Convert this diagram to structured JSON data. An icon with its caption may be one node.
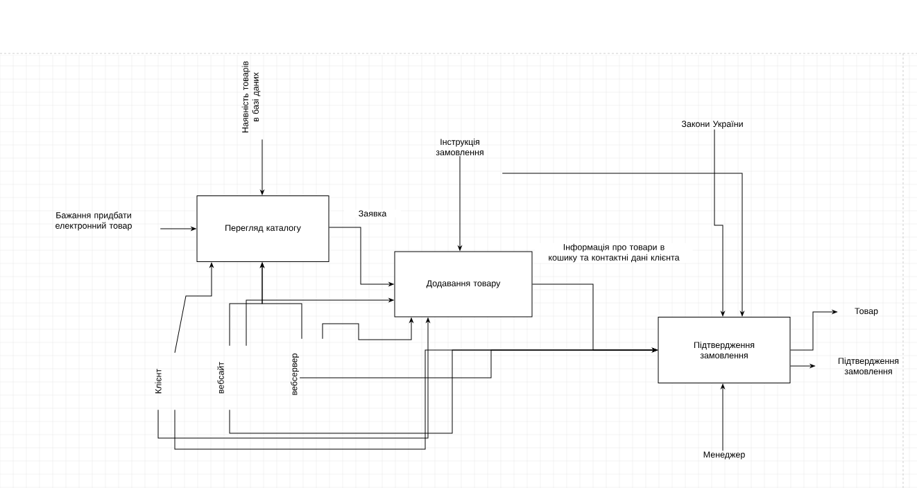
{
  "diagram": {
    "nodes": [
      {
        "text": [
          "Бажання придбати електронний товар"
        ]
      },
      {
        "text": [
          "Наявність товарів в базі даних"
        ]
      },
      {
        "text": [
          "Перегляд каталогу"
        ]
      },
      {
        "text": [
          "Інструкція замовлення"
        ]
      },
      {
        "text": [
          "Закони України"
        ]
      },
      {
        "text": [
          "Додавання товару"
        ]
      },
      {
        "text": [
          "Підтвердження замовлення"
        ]
      },
      {
        "text": [
          "Клієнт"
        ]
      },
      {
        "text": [
          "вебсайт"
        ]
      },
      {
        "text": [
          "вебсервер"
        ]
      },
      {
        "text": [
          "Менеджер"
        ]
      },
      {
        "text": [
          "Товар"
        ]
      },
      {
        "text": [
          "Підтвердження замовлення"
        ]
      }
    ],
    "edges": [
      {
        "from": 0,
        "to": 2,
        "arrow": "to"
      },
      {
        "from": 1,
        "to": 2,
        "arrow": "to"
      },
      {
        "from": 2,
        "to": 5,
        "arrow": "to",
        "label": "Заявка"
      },
      {
        "from": 3,
        "to": 5,
        "arrow": "to"
      },
      {
        "from": 3,
        "to": 6,
        "arrow": "to"
      },
      {
        "from": 4,
        "to": 6,
        "arrow": "to"
      },
      {
        "from": 5,
        "to": 6,
        "arrow": "to",
        "label": "Інформація про товари в кошику та контактні дані клієнта"
      },
      {
        "from": 7,
        "to": 2,
        "arrow": "to"
      },
      {
        "from": 8,
        "to": 2,
        "arrow": "to"
      },
      {
        "from": 9,
        "to": 2,
        "arrow": "to"
      },
      {
        "from": 8,
        "to": 5,
        "arrow": "to"
      },
      {
        "from": 9,
        "to": 5,
        "arrow": "to"
      },
      {
        "from": 7,
        "to": 5,
        "arrow": "to"
      },
      {
        "from": 7,
        "to": 6,
        "arrow": "to"
      },
      {
        "from": 8,
        "to": 6,
        "arrow": "to"
      },
      {
        "from": 9,
        "to": 6,
        "arrow": "to"
      },
      {
        "from": 10,
        "to": 6,
        "arrow": "to"
      },
      {
        "from": 6,
        "to": 11,
        "arrow": "to"
      },
      {
        "from": 6,
        "to": 12,
        "arrow": "to"
      }
    ]
  }
}
